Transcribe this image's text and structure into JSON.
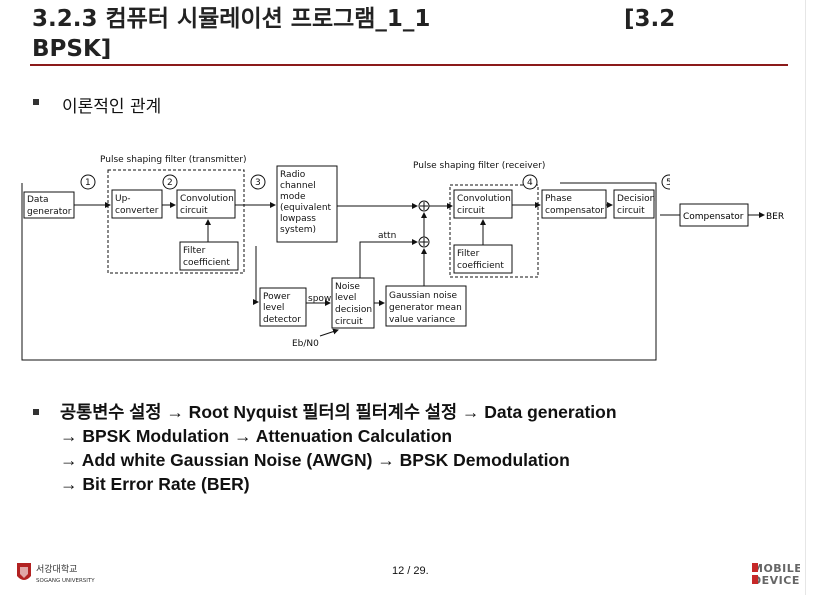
{
  "slide": {
    "title_line1": "3.2.3 컴퓨터 시뮬레이션 프로그램_1_1",
    "title_ref": "[3.2",
    "title_line2": "BPSK]",
    "subheading": "이론적인 관계",
    "paragraph": [
      "공통변수 설정 → Root Nyquist 필터의 필터계수 설정 → Data generation",
      "→ BPSK Modulation → Attenuation Calculation",
      "→  Add white Gaussian Noise (AWGN) → BPSK Demodulation",
      "→ Bit Error Rate (BER)"
    ],
    "page_number": "12 / 29.",
    "footer_univ_kr": "서강대학교",
    "footer_univ_en": "SOGANG UNIVERSITY",
    "footer_lab_logo": "MOBILE DEVICE"
  },
  "diagram": {
    "tx_group_label": "Pulse shaping filter (transmitter)",
    "rx_group_label": "Pulse shaping filter (receiver)",
    "markers": [
      "1",
      "2",
      "3",
      "4",
      "5"
    ],
    "blocks": {
      "data_gen": [
        "Data",
        "generator"
      ],
      "upconv": [
        "Up-",
        "converter"
      ],
      "conv_tx": [
        "Convolution",
        "circuit"
      ],
      "filter_tx": [
        "Filter",
        "coefficient"
      ],
      "channel": [
        "Radio",
        "channel",
        "mode",
        "(equivalent",
        "lowpass",
        "system)"
      ],
      "power": [
        "Power",
        "level",
        "detector"
      ],
      "noise": [
        "Noise",
        "level",
        "decision",
        "circuit"
      ],
      "gauss": [
        "Gaussian noise",
        "generator mean",
        "value variance"
      ],
      "conv_rx": [
        "Convolution",
        "circuit"
      ],
      "filter_rx": [
        "Filter",
        "coefficient"
      ],
      "phase": [
        "Phase",
        "compensator"
      ],
      "decision": [
        "Decision",
        "circuit"
      ],
      "compensator": [
        "Compensator"
      ]
    },
    "attn_label": "attn",
    "spow_label": "spow",
    "ebno_label": "Eb/N0",
    "ber_label": "BER"
  }
}
